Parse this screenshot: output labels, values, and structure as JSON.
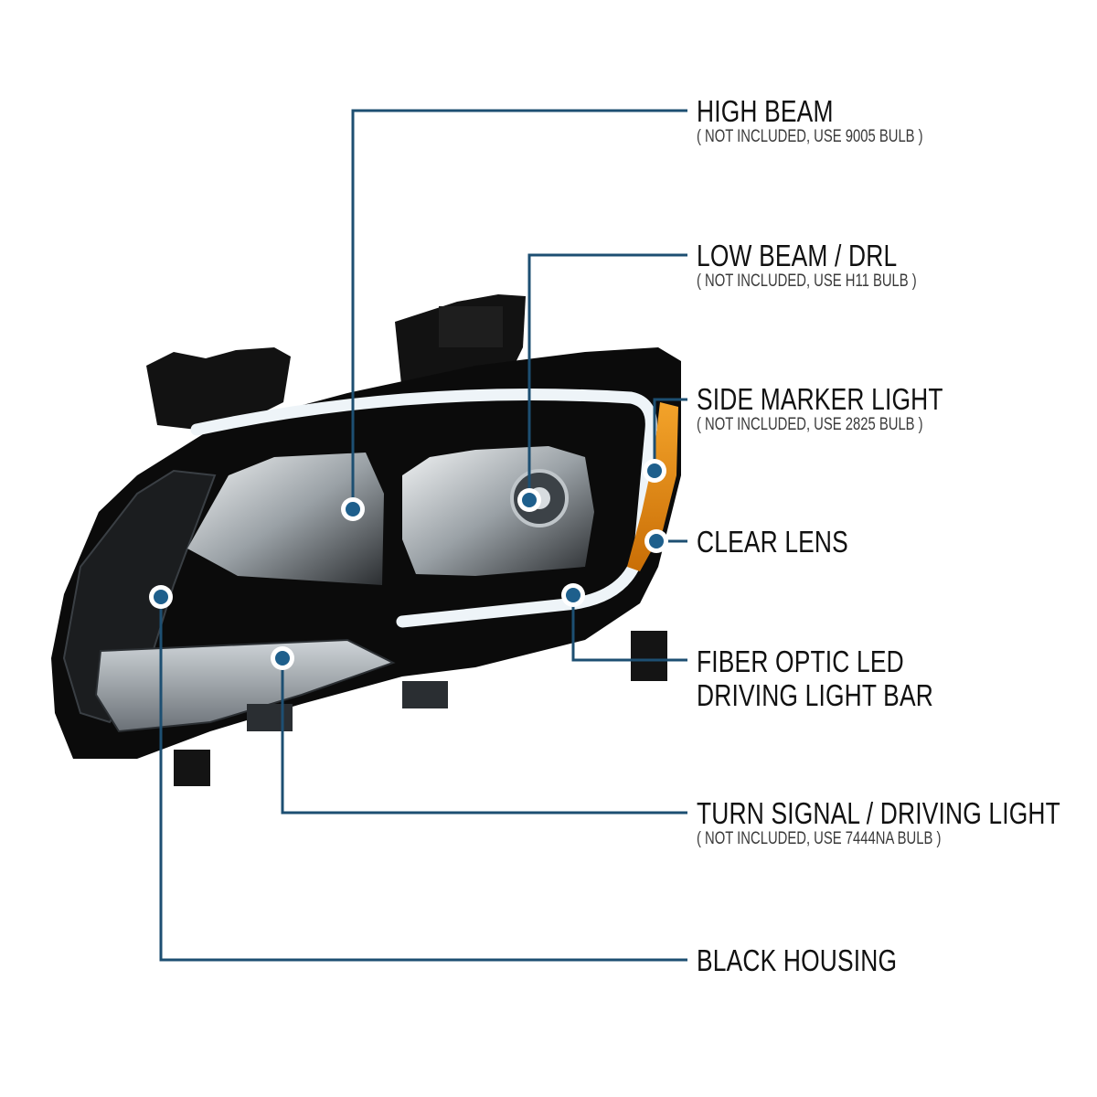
{
  "callouts": [
    {
      "key": "high_beam",
      "title": "HIGH BEAM",
      "subtitle": "( NOT INCLUDED, USE  9005  BULB )"
    },
    {
      "key": "low_beam",
      "title": "LOW BEAM / DRL",
      "subtitle": "( NOT INCLUDED, USE  H11 BULB )"
    },
    {
      "key": "side_marker",
      "title": "SIDE MARKER LIGHT",
      "subtitle": "( NOT INCLUDED, USE  2825  BULB )"
    },
    {
      "key": "clear_lens",
      "title": "CLEAR LENS",
      "subtitle": ""
    },
    {
      "key": "fiber_optic",
      "title": "FIBER OPTIC LED",
      "subtitle": ""
    },
    {
      "key": "fiber_optic_2",
      "title": "DRIVING LIGHT BAR",
      "subtitle": ""
    },
    {
      "key": "turn_signal",
      "title": "TURN SIGNAL / DRIVING LIGHT",
      "subtitle": "( NOT INCLUDED, USE  7444NA  BULB )"
    },
    {
      "key": "black_housing",
      "title": "BLACK HOUSING",
      "subtitle": ""
    }
  ],
  "colors": {
    "leader_line": "#1d4f72",
    "callout_dot": "#1e5f8c",
    "housing": "#0b0b0b",
    "light_bar": "#eef4f8",
    "amber_marker": "#e08a12"
  },
  "icons": {
    "callout_marker": "dot-marker-icon"
  }
}
